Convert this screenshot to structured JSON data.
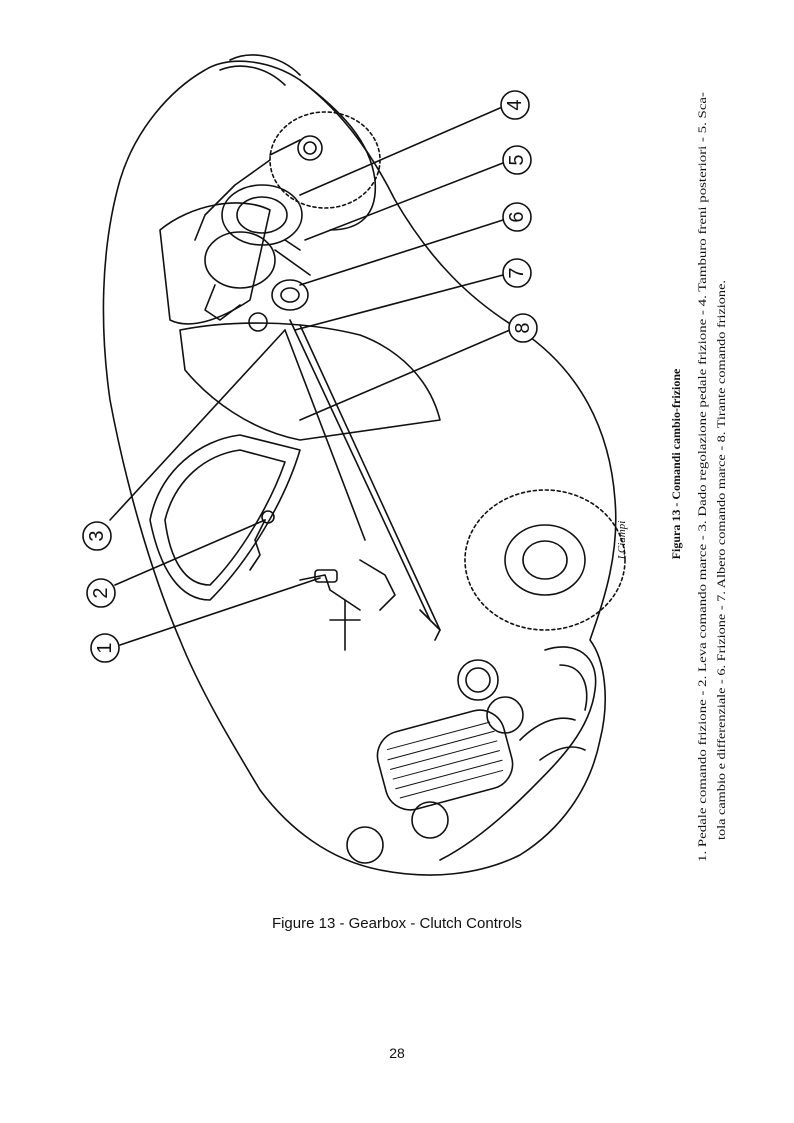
{
  "figure": {
    "callouts": [
      "1",
      "2",
      "3",
      "4",
      "5",
      "6",
      "7",
      "8"
    ],
    "artist_signature": "LCiampi",
    "italian_caption": {
      "title": "Figura 13 - Comandi cambio-frizione",
      "line1": "1. Pedale comando frizione - 2. Leva comando marce - 3. Dado regolazione pedale frizione - 4. Tamburo freni posteriori - 5. Sca-",
      "line2": "tola cambio e differenziale - 6. Frizione - 7. Albero comando marce - 8. Tirante comando frizione."
    },
    "english_caption": "Figure 13 - Gearbox - Clutch Controls"
  },
  "page": {
    "number": "28"
  }
}
